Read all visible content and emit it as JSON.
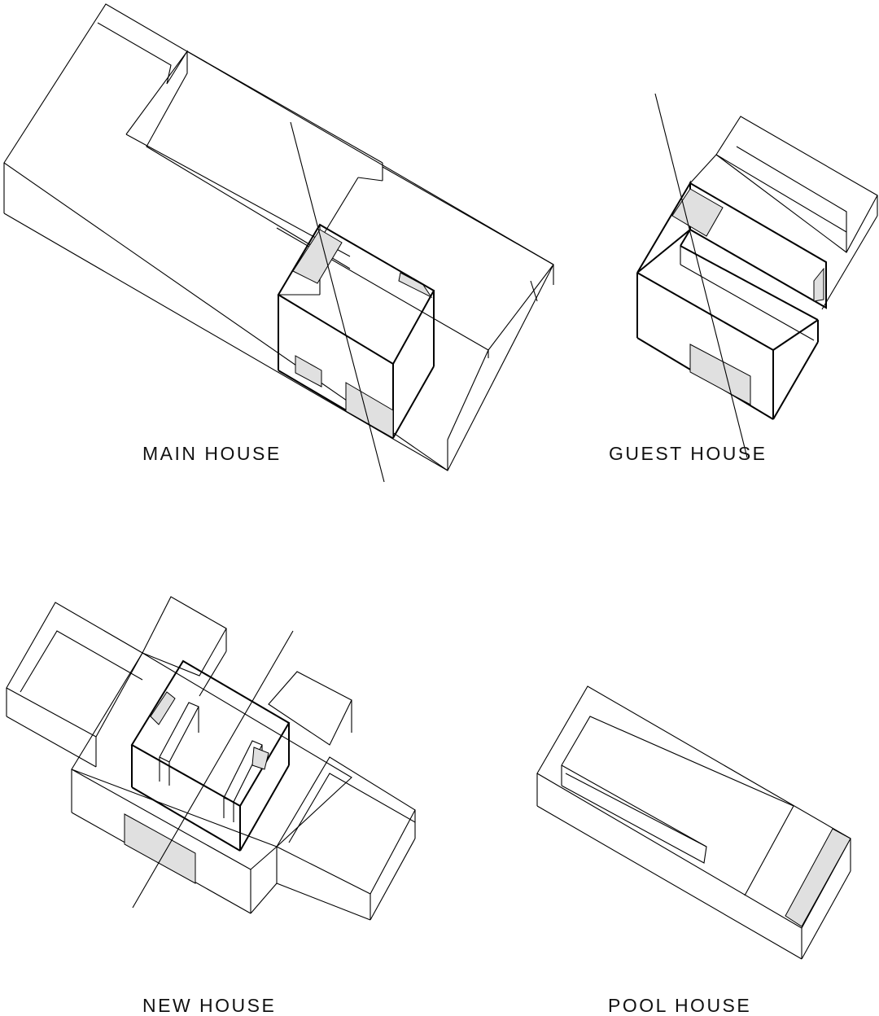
{
  "labels": {
    "main_house": "MAIN HOUSE",
    "guest_house": "GUEST HOUSE",
    "new_house": "NEW HOUSE",
    "pool_house": "POOL HOUSE"
  },
  "colors": {
    "line": "#000000",
    "opening_fill": "#e0e0e0",
    "background": "#ffffff"
  }
}
